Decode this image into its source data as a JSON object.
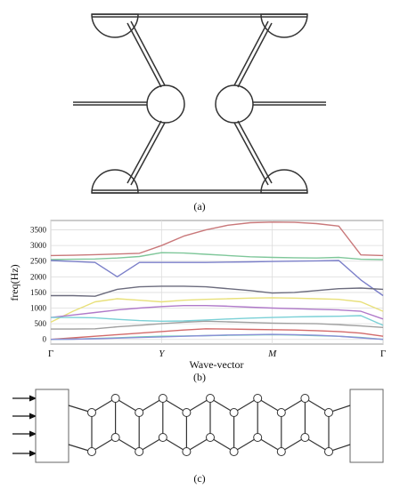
{
  "captions": {
    "a": "(a)",
    "b": "(b)",
    "c": "(c)"
  },
  "chart_data": {
    "type": "line",
    "xlabel": "Wave-vector",
    "ylabel": "freq(Hz)",
    "ylim": [
      -150,
      3800
    ],
    "yticks": [
      0,
      500,
      1000,
      1500,
      2000,
      2500,
      3000,
      3500
    ],
    "xticks": [
      {
        "label": "Γ",
        "x": 0
      },
      {
        "label": "Y",
        "x": 1
      },
      {
        "label": "M",
        "x": 2
      },
      {
        "label": "Γ",
        "x": 3
      }
    ],
    "x": [
      0,
      0.2,
      0.4,
      0.6,
      0.8,
      1.0,
      1.2,
      1.4,
      1.6,
      1.8,
      2.0,
      2.2,
      2.4,
      2.6,
      2.8,
      3.0
    ],
    "series": [
      {
        "color": "#c9787a",
        "values": [
          2680,
          2690,
          2710,
          2730,
          2750,
          3000,
          3300,
          3500,
          3650,
          3730,
          3750,
          3740,
          3700,
          3620,
          2700,
          2680
        ]
      },
      {
        "color": "#7fc79a",
        "values": [
          2550,
          2560,
          2570,
          2600,
          2650,
          2770,
          2760,
          2720,
          2680,
          2640,
          2620,
          2610,
          2600,
          2620,
          2560,
          2550
        ]
      },
      {
        "color": "#7b7fc9",
        "values": [
          2520,
          2490,
          2460,
          2000,
          2460,
          2460,
          2460,
          2460,
          2470,
          2480,
          2490,
          2500,
          2510,
          2520,
          1900,
          1400
        ]
      },
      {
        "color": "#6b6b7d",
        "values": [
          1400,
          1400,
          1380,
          1600,
          1680,
          1700,
          1700,
          1680,
          1620,
          1560,
          1480,
          1500,
          1560,
          1620,
          1640,
          1600
        ]
      },
      {
        "color": "#e8e07a",
        "values": [
          550,
          900,
          1200,
          1300,
          1250,
          1200,
          1250,
          1280,
          1300,
          1320,
          1330,
          1320,
          1300,
          1280,
          1200,
          900
        ]
      },
      {
        "color": "#b07ac9",
        "values": [
          700,
          780,
          860,
          940,
          1000,
          1050,
          1080,
          1080,
          1060,
          1030,
          1000,
          980,
          960,
          940,
          900,
          650
        ]
      },
      {
        "color": "#7ad0d6",
        "values": [
          700,
          700,
          690,
          640,
          600,
          580,
          590,
          620,
          650,
          680,
          700,
          720,
          730,
          740,
          760,
          450
        ]
      },
      {
        "color": "#9f9f9f",
        "values": [
          330,
          330,
          340,
          400,
          450,
          500,
          550,
          580,
          560,
          540,
          520,
          510,
          500,
          470,
          430,
          380
        ]
      },
      {
        "color": "#d26a6a",
        "values": [
          0,
          50,
          100,
          150,
          200,
          250,
          300,
          340,
          330,
          320,
          310,
          300,
          280,
          250,
          200,
          100
        ]
      },
      {
        "color": "#6bd6b3",
        "values": [
          0,
          10,
          30,
          50,
          80,
          100,
          110,
          120,
          130,
          140,
          150,
          140,
          120,
          100,
          60,
          0
        ]
      },
      {
        "color": "#8a8fd6",
        "values": [
          0,
          5,
          20,
          40,
          60,
          80,
          100,
          120,
          140,
          150,
          160,
          150,
          130,
          100,
          50,
          0
        ]
      }
    ]
  }
}
